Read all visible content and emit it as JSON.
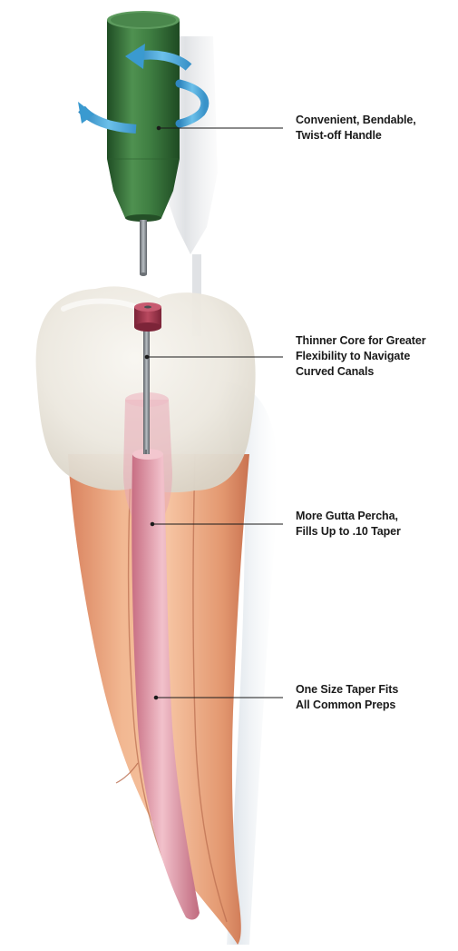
{
  "callouts": [
    {
      "id": "handle",
      "lines": [
        "Convenient, Bendable,",
        "Twist-off Handle"
      ]
    },
    {
      "id": "core",
      "lines": [
        "Thinner Core for Greater",
        "Flexibility to Navigate",
        "Curved Canals"
      ]
    },
    {
      "id": "gutta",
      "lines": [
        "More Gutta Percha,",
        "Fills Up to .10 Taper"
      ]
    },
    {
      "id": "taper",
      "lines": [
        "One Size Taper Fits",
        "All Common Preps"
      ]
    }
  ],
  "colors": {
    "handle_green": "#3f7a3f",
    "rotation_arrow": "#4fa8d8",
    "stopper": "#a8384e",
    "gutta_percha": "#e3a0ae",
    "root": "#e9a27e",
    "crown": "#ece7dc",
    "callout_line": "#1a1a1a"
  },
  "icons": {
    "rotation": "rotation-arrow-icon"
  }
}
